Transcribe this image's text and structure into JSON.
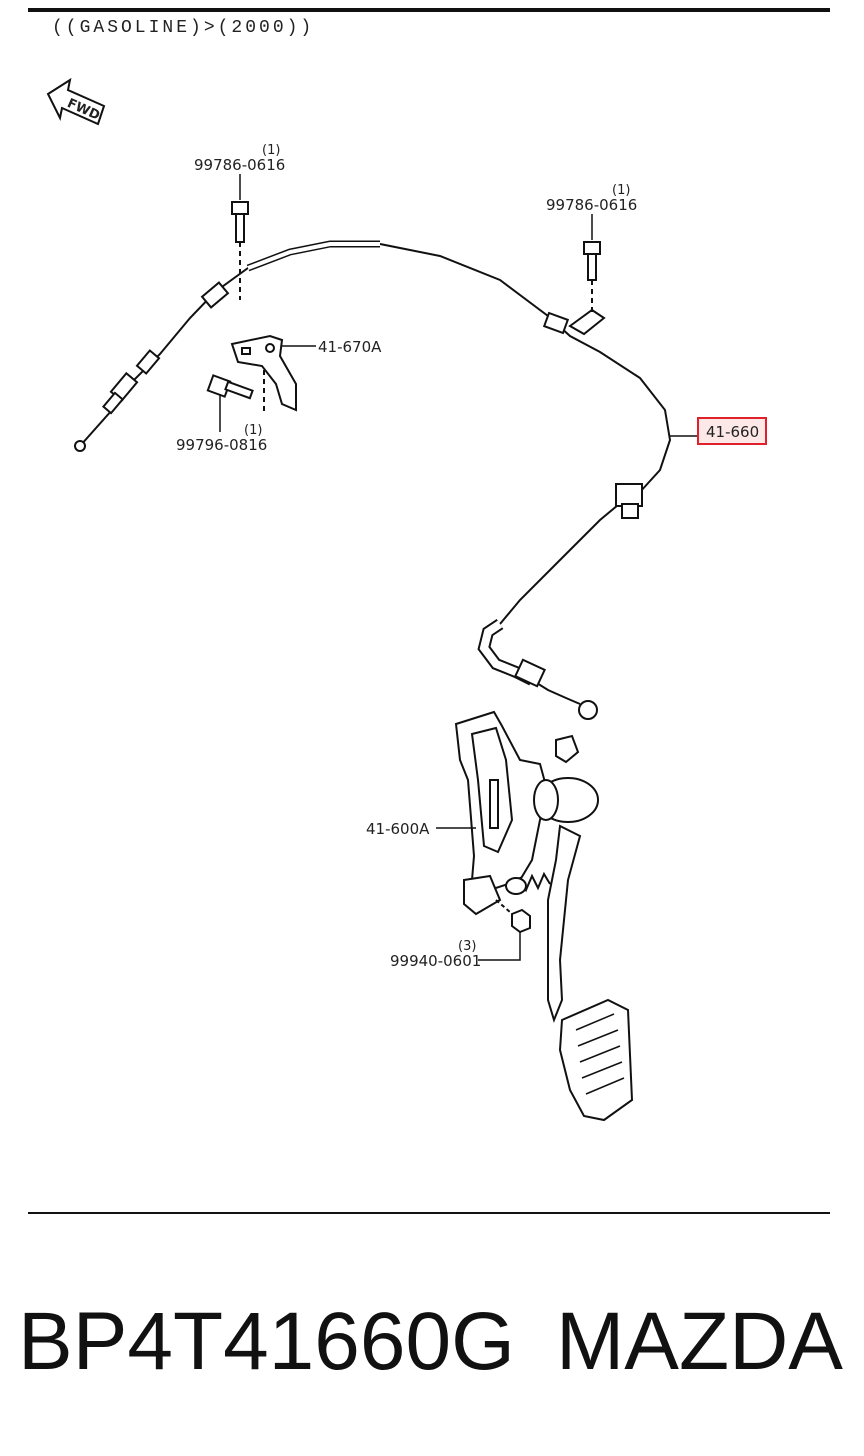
{
  "header": {
    "spec": "((GASOLINE)>(2000))"
  },
  "fwd_label": "FWD",
  "callouts": {
    "bolt_top_left": {
      "part": "99786-0616",
      "qty": "(1)"
    },
    "bolt_top_right": {
      "part": "99786-0616",
      "qty": "(1)"
    },
    "bracket": {
      "part": "41-670A"
    },
    "bolt_lower": {
      "part": "99796-0816",
      "qty": "(1)"
    },
    "cable": {
      "part": "41-660"
    },
    "pedal_assembly": {
      "part": "41-600A"
    },
    "nut": {
      "part": "99940-0601",
      "qty": "(3)"
    }
  },
  "highlight_color": "#e0202a",
  "footer": {
    "part_number": "BP4T41660G",
    "brand": "MAZDA"
  }
}
